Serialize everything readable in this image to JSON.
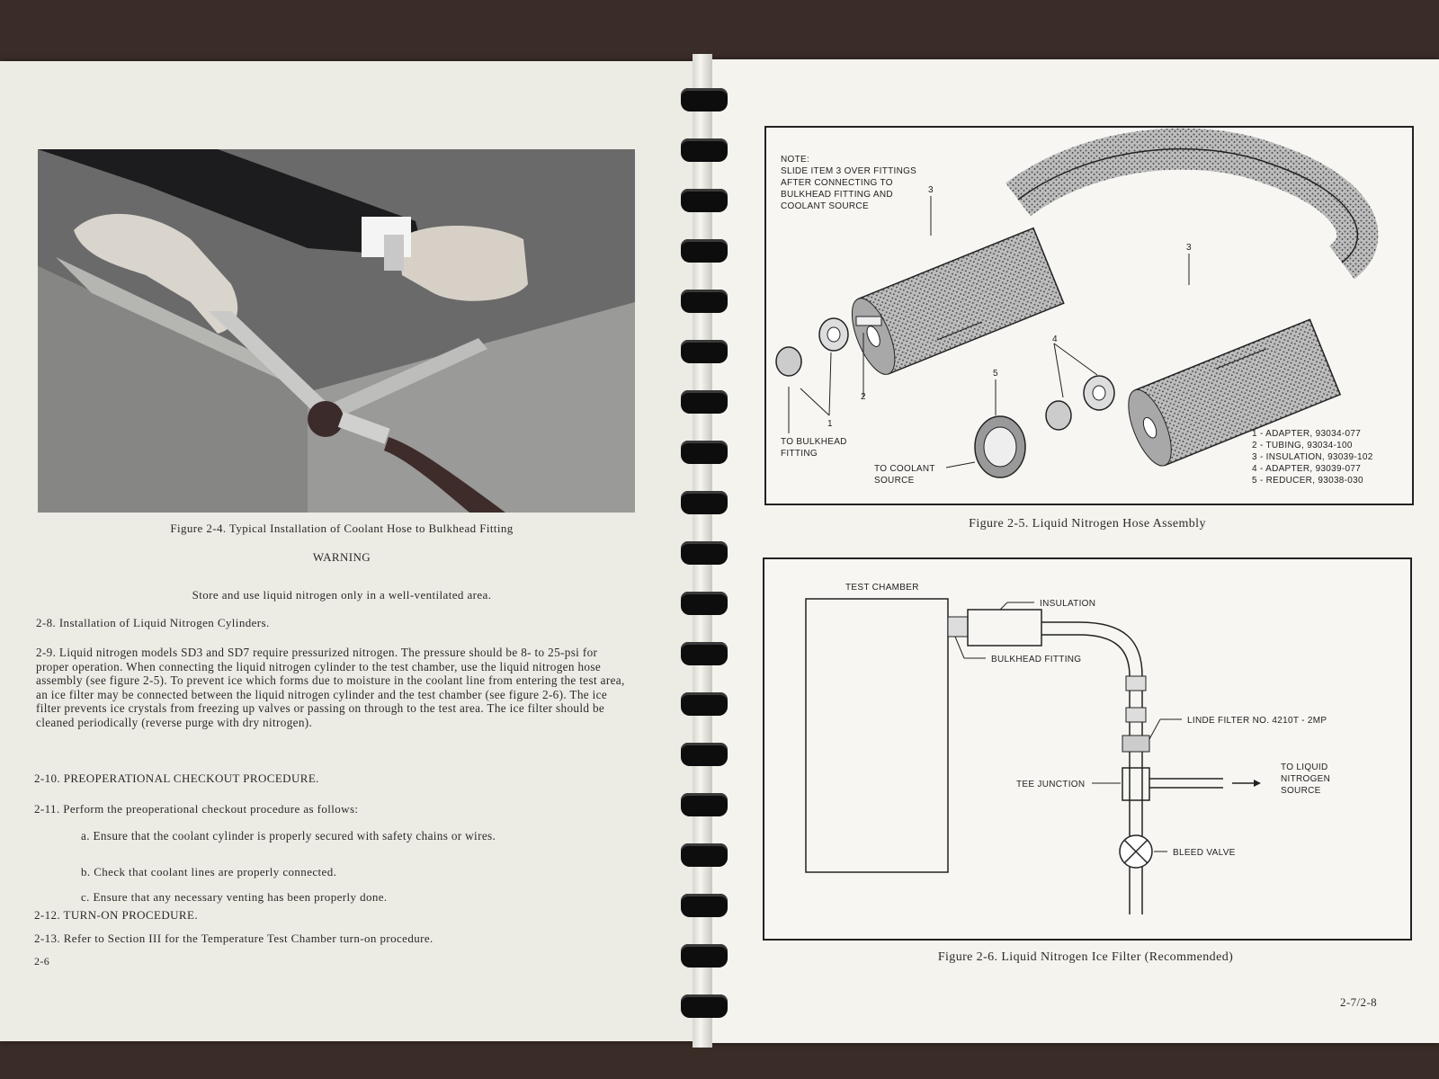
{
  "left_page": {
    "fig24_caption": "Figure 2-4.  Typical Installation of Coolant Hose to Bulkhead Fitting",
    "warning_title": "WARNING",
    "warning_text": "Store and use liquid nitrogen only in a well-ventilated area.",
    "p28": "2-8.   Installation of Liquid Nitrogen Cylinders.",
    "p29": "2-9.   Liquid nitrogen models SD3 and SD7 require pressurized nitrogen.  The pressure should be 8- to 25-psi for proper operation.  When connecting the liquid nitrogen cylinder to the test chamber, use the liquid nitrogen hose assembly (see figure 2-5).  To prevent ice which forms due to moisture in the coolant line from entering the test area, an ice filter may be connected between the liquid nitrogen cylinder and the test chamber (see figure 2-6).  The ice filter prevents ice crystals from freezing up valves or passing on through to the test area.  The ice filter should be cleaned periodically (reverse purge with dry nitrogen).",
    "p210": "2-10.   PREOPERATIONAL CHECKOUT PROCEDURE.",
    "p211": "2-11.   Perform the preoperational checkout procedure as follows:",
    "item_a": "a.   Ensure that the coolant cylinder is properly secured with safety chains or wires.",
    "item_b": "b.   Check that coolant lines are properly connected.",
    "item_c": "c.   Ensure that any necessary venting has been properly done.",
    "p212": "2-12.   TURN-ON PROCEDURE.",
    "p213": "2-13.   Refer to Section III for the Temperature Test Chamber turn-on procedure.",
    "page_number": "2-6"
  },
  "right_page": {
    "fig25": {
      "note_lines": [
        "NOTE:",
        "SLIDE ITEM 3 OVER FITTINGS",
        "AFTER CONNECTING TO",
        "BULKHEAD FITTING AND",
        "COOLANT SOURCE"
      ],
      "callout_1": "1",
      "callout_2": "2",
      "callout_3": "3",
      "callout_4": "4",
      "callout_5": "5",
      "to_bulkhead": [
        "TO BULKHEAD",
        "FITTING"
      ],
      "to_coolant": [
        "TO COOLANT",
        "SOURCE"
      ],
      "parts": [
        "1 - ADAPTER, 93034-077",
        "2 - TUBING, 93034-100",
        "3 - INSULATION, 93039-102",
        "4 - ADAPTER, 93039-077",
        "5 - REDUCER, 93038-030"
      ],
      "caption": "Figure 2-5.  Liquid Nitrogen Hose Assembly"
    },
    "fig26": {
      "test_chamber": "TEST CHAMBER",
      "insulation": "INSULATION",
      "bulkhead_fitting": "BULKHEAD FITTING",
      "linde_filter": "LINDE FILTER NO. 4210T - 2MP",
      "tee_junction": "TEE JUNCTION",
      "to_ln_source": [
        "TO LIQUID",
        "NITROGEN",
        "SOURCE"
      ],
      "bleed_valve": "BLEED VALVE",
      "caption": "Figure 2-6.   Liquid Nitrogen Ice Filter (Recommended)"
    },
    "page_number": "2-7/2-8"
  }
}
